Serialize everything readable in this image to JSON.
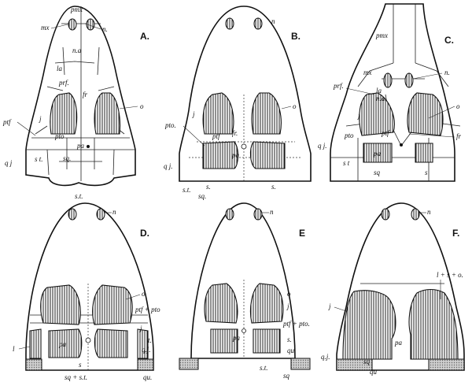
{
  "panels": [
    {
      "id": "A",
      "letter": "A.",
      "labels": [
        "pmx",
        "n.",
        "mx",
        "n.a",
        "la",
        "prf.",
        "fr",
        "o",
        "ptf",
        "j",
        "pto",
        "pa",
        "q j",
        "s t.",
        "sq.",
        "s.t."
      ]
    },
    {
      "id": "B",
      "letter": "B.",
      "labels": [
        "n",
        "o",
        "j",
        "pto.",
        "fr.",
        "ptf",
        "pa",
        "q j.",
        "s.t.",
        "sq.",
        "s.",
        "s."
      ]
    },
    {
      "id": "C",
      "letter": "C.",
      "labels": [
        "pmx",
        "n.",
        "mx",
        "prf.",
        "la",
        "n.a.",
        "o",
        "j",
        "pto",
        "ptf",
        "fr",
        "q j.",
        "s t",
        "pa",
        "sq",
        "s"
      ]
    },
    {
      "id": "D",
      "letter": "D.",
      "labels": [
        "n",
        "o",
        "ptf + pto",
        "j",
        "t.",
        "q.j.",
        "l",
        "pa",
        "s",
        "sq + s.t.",
        "qu."
      ]
    },
    {
      "id": "E",
      "letter": "E",
      "labels": [
        "n",
        "o",
        "j",
        "ptf + pto.",
        "pa",
        "s.",
        "qu.",
        "s.t.",
        "sq"
      ]
    },
    {
      "id": "F",
      "letter": "F.",
      "labels": [
        "n",
        "l + s + o.",
        "j",
        "pa",
        "q.j.",
        "sq",
        "qu"
      ]
    }
  ]
}
